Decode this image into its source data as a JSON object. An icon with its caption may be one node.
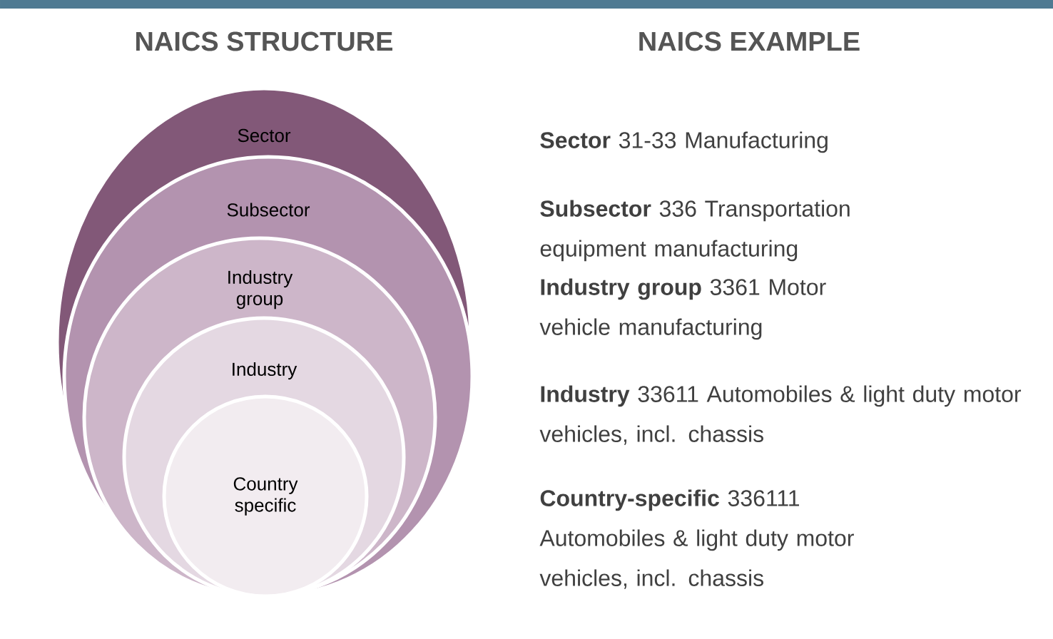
{
  "diagram": {
    "nodes": [
      {
        "text": [
          "Sector"
        ]
      },
      {
        "text": [
          "Subsector"
        ],
        "in": 0
      },
      {
        "text": [
          "Industry group"
        ],
        "in": 1
      },
      {
        "text": [
          "Industry"
        ],
        "in": 2
      },
      {
        "text": [
          "Country specific"
        ],
        "in": 3
      }
    ],
    "labels": [
      "NAICS STRUCTURE",
      "NAICS EXAMPLE",
      "**Sector** 31-33 Manufacturing",
      "**Subsector** 336 Transportation equipment manufacturing",
      "**Industry group** 3361 Motor vehicle manufacturing",
      "**Industry** 33611 Automobiles & light duty motor vehicles, incl. chassis",
      "**Country-specific** 336111 Automobiles & light duty motor vehicles, incl. chassis"
    ]
  }
}
